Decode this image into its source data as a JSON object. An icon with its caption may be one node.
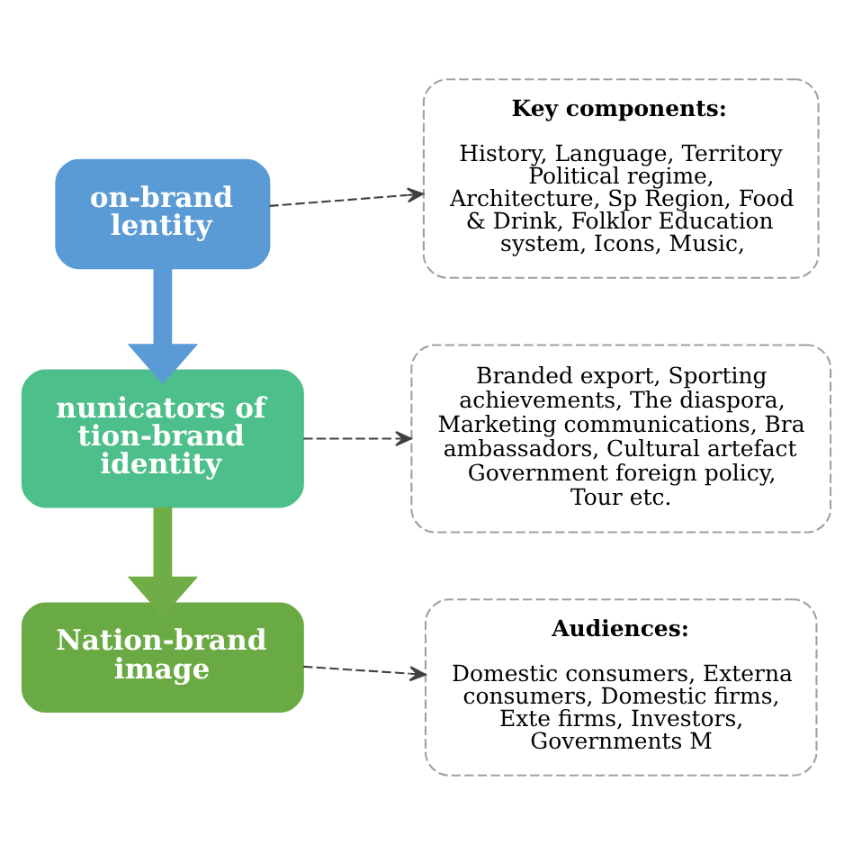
{
  "diagram": {
    "nodes": [
      {
        "text": [
          "on-brand lentity"
        ]
      },
      {
        "text": [
          "nunicators of tion-brand identity"
        ]
      },
      {
        "text": [
          "Nation-brand image"
        ]
      },
      {
        "text": [
          "Key components:",
          "History, Language, Territory Political regime, Architecture, Sp Region, Food & Drink, Folklor Education system, Icons, Music,"
        ]
      },
      {
        "text": [
          "Branded export, Sporting achievements, The diaspora, Marketing communications, Bra ambassadors, Cultural artefact Government foreign policy, Tour etc."
        ]
      },
      {
        "text": [
          "Audiences:",
          "Domestic consumers, Externa consumers, Domestic firms, Exte firms, Investors, Governments M"
        ]
      }
    ],
    "edges": [
      {
        "from": 0,
        "to": 3,
        "arrow": "to",
        "style": "dashed"
      },
      {
        "from": 0,
        "to": 1,
        "arrow": "to",
        "style": "thick",
        "color": "#5b9bd5"
      },
      {
        "from": 1,
        "to": 4,
        "arrow": "to",
        "style": "dashed"
      },
      {
        "from": 1,
        "to": 2,
        "arrow": "to",
        "style": "thick",
        "color": "#70ad47"
      },
      {
        "from": 2,
        "to": 5,
        "arrow": "to",
        "style": "dashed"
      }
    ]
  }
}
